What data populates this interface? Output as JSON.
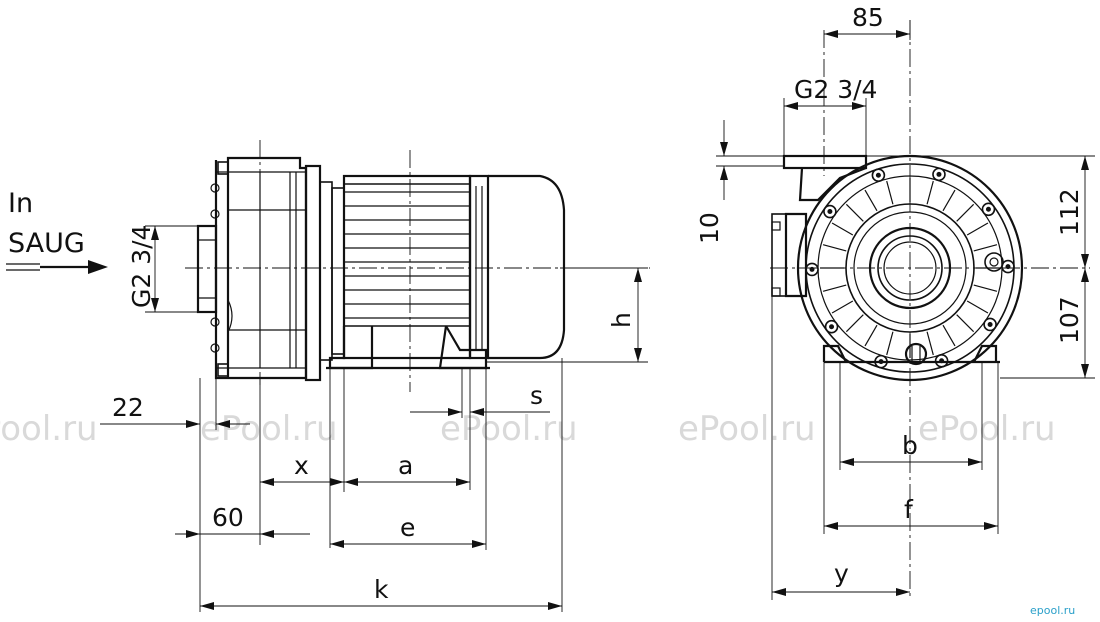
{
  "flow_label": {
    "line1": "In",
    "line2": "SAUG"
  },
  "side_view": {
    "thread": "G2 3/4",
    "dims": {
      "d22": "22",
      "x": "x",
      "a": "a",
      "s": "s",
      "h": "h",
      "d60": "60",
      "e": "e",
      "k": "k"
    }
  },
  "front_view": {
    "thread": "G2 3/4",
    "dims": {
      "d85": "85",
      "d10": "10",
      "d112": "112",
      "d107": "107",
      "b": "b",
      "f": "f",
      "y": "y"
    }
  },
  "watermarks": [
    "ePool.ru",
    "ePool.ru",
    "ePool.ru",
    "ePool.ru",
    "ePool.ru"
  ],
  "corner_logo": "epool.ru",
  "colors": {
    "line": "#111111",
    "watermark": "#d9d9d9",
    "logo": "#2a9fc9"
  }
}
